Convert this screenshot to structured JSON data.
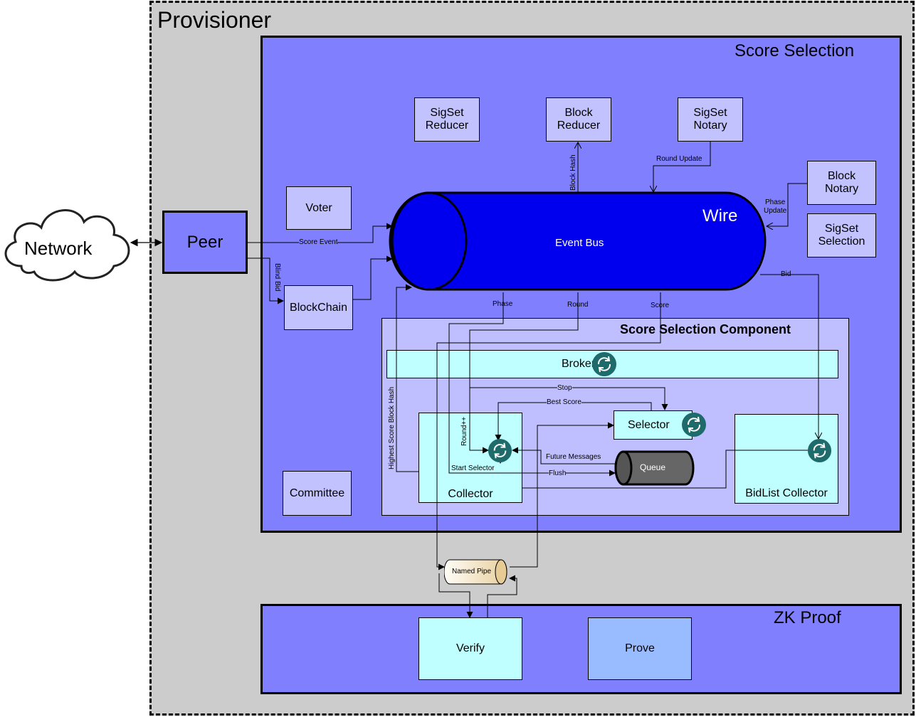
{
  "network": "Network",
  "provisioner": "Provisioner",
  "score_selection": "Score Selection",
  "zk_proof": "ZK Proof",
  "peer": "Peer",
  "blockchain": "BlockChain",
  "voter": "Voter",
  "committee": "Committee",
  "sigset_reducer": [
    "SigSet",
    "Reducer"
  ],
  "block_reducer": [
    "Block",
    "Reducer"
  ],
  "sigset_notary": [
    "SigSet",
    "Notary"
  ],
  "block_notary": [
    "Block",
    "Notary"
  ],
  "sigset_selection": [
    "SigSet",
    "Selection"
  ],
  "wire": "Wire",
  "event_bus": "Event Bus",
  "component_title": "Score Selection Component",
  "broker": "Broker",
  "selector": "Selector",
  "collector": "Collector",
  "bidlist_collector": "BidList Collector",
  "queue": "Queue",
  "named_pipe": "Named Pipe",
  "verify": "Verify",
  "prove": "Prove",
  "edges": {
    "score_event": "Score Event",
    "blind_bid": "Blind Bid",
    "block_hash": "Block Hash",
    "round_update": "Round Update",
    "phase_update": [
      "Phase",
      "Update"
    ],
    "bid": "Bid",
    "phase": "Phase",
    "round": "Round",
    "score": "Score",
    "stop": "Stop",
    "best_score": "Best Score",
    "round_pp": "Round++",
    "highest_score_block_hash": "Highest Score Block Hash",
    "future_messages": "Future Messages",
    "start_selector": "Start Selector",
    "flush": "Flush"
  },
  "colors": {
    "group": "#8080ff",
    "light_box": "#c2c2ff",
    "cyan_box": "#c0ffff",
    "event_bus": "#0000ee",
    "refresh_icon": "#1f6b6b",
    "queue": "#666666"
  }
}
